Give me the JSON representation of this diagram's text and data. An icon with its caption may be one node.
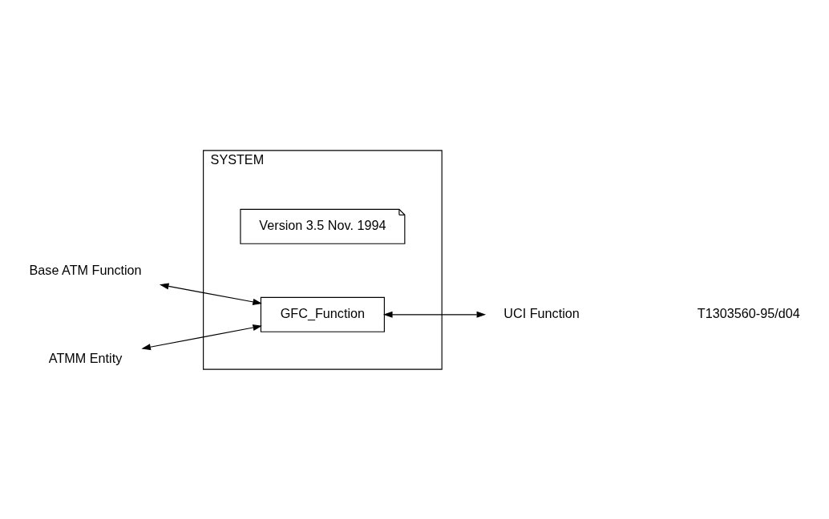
{
  "diagram": {
    "nodes": [
      {
        "text": [
          "SYSTEM"
        ]
      },
      {
        "text": [
          "Version 3.5 Nov. 1994"
        ],
        "in": 0
      },
      {
        "text": [
          "GFC_Function"
        ],
        "in": 0
      },
      {
        "text": [
          "Base ATM Function"
        ]
      },
      {
        "text": [
          "ATMM Entity"
        ]
      },
      {
        "text": [
          "UCI Function"
        ]
      }
    ],
    "edges": [
      {
        "from": 3,
        "to": 2,
        "arrow": "both"
      },
      {
        "from": 2,
        "to": 5,
        "arrow": "both"
      },
      {
        "from": 2,
        "to": 4,
        "arrow": "both"
      }
    ],
    "labels": [
      "T1303560-95/d04"
    ]
  }
}
